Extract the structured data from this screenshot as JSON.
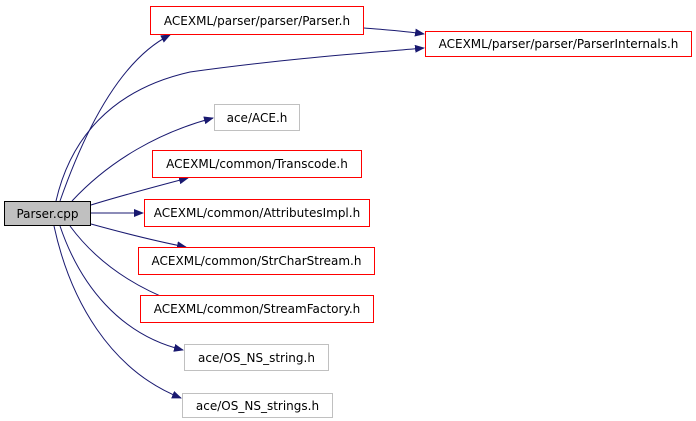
{
  "graph": {
    "title": "",
    "edge_color": "#191970",
    "root": {
      "label": "Parser.cpp",
      "fill": "#c0c0c0",
      "border": "#000000"
    },
    "nodes": [
      {
        "key": "parser_h",
        "label": "ACEXML/parser/parser/Parser.h",
        "border": "#ff0000"
      },
      {
        "key": "parser_internals_h",
        "label": "ACEXML/parser/parser/ParserInternals.h",
        "border": "#ff0000"
      },
      {
        "key": "ace_h",
        "label": "ace/ACE.h",
        "border": "#c0c0c0"
      },
      {
        "key": "transcode_h",
        "label": "ACEXML/common/Transcode.h",
        "border": "#ff0000"
      },
      {
        "key": "attributes_impl_h",
        "label": "ACEXML/common/AttributesImpl.h",
        "border": "#ff0000"
      },
      {
        "key": "str_char_stream_h",
        "label": "ACEXML/common/StrCharStream.h",
        "border": "#ff0000"
      },
      {
        "key": "stream_factory_h",
        "label": "ACEXML/common/StreamFactory.h",
        "border": "#ff0000"
      },
      {
        "key": "os_ns_string_h",
        "label": "ace/OS_NS_string.h",
        "border": "#c0c0c0"
      },
      {
        "key": "os_ns_strings_h",
        "label": "ace/OS_NS_strings.h",
        "border": "#c0c0c0"
      }
    ],
    "edges": [
      {
        "from": "root",
        "to": "parser_h"
      },
      {
        "from": "root",
        "to": "parser_internals_h"
      },
      {
        "from": "parser_h",
        "to": "parser_internals_h"
      },
      {
        "from": "root",
        "to": "ace_h"
      },
      {
        "from": "root",
        "to": "transcode_h"
      },
      {
        "from": "root",
        "to": "attributes_impl_h"
      },
      {
        "from": "root",
        "to": "str_char_stream_h"
      },
      {
        "from": "root",
        "to": "stream_factory_h"
      },
      {
        "from": "root",
        "to": "os_ns_string_h"
      },
      {
        "from": "root",
        "to": "os_ns_strings_h"
      }
    ]
  }
}
